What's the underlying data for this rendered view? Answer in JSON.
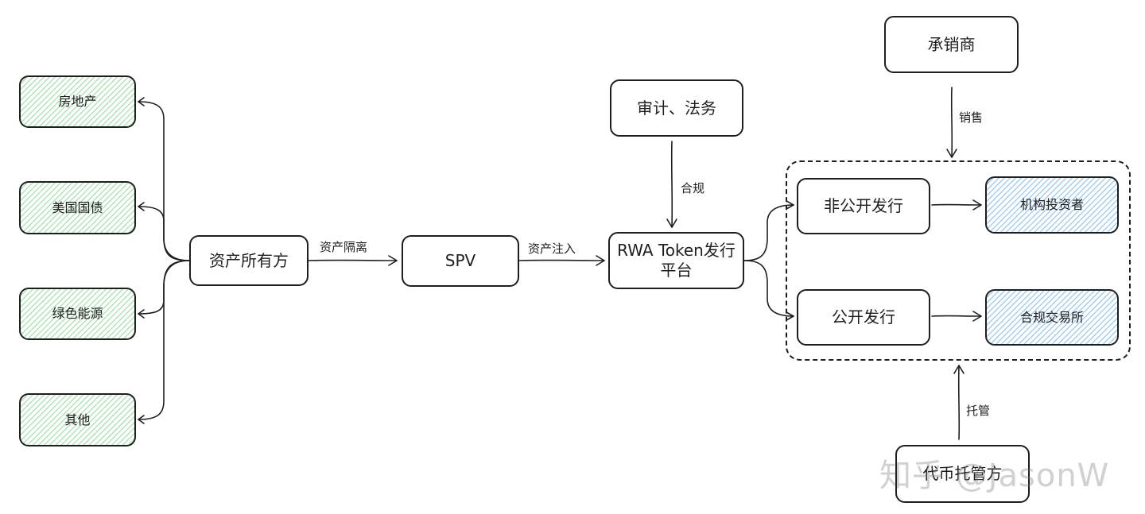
{
  "nodes": {
    "real_estate": "房地产",
    "us_treasury": "美国国债",
    "green_energy": "绿色能源",
    "other": "其他",
    "asset_owner": "资产所有方",
    "spv": "SPV",
    "audit_legal": "审计、法务",
    "platform": "RWA Token发行平台",
    "underwriter": "承销商",
    "private_issue": "非公开发行",
    "public_issue": "公开发行",
    "institutional_investors": "机构投资者",
    "compliant_exchange": "合规交易所",
    "custodian": "代币托管方"
  },
  "edges": {
    "asset_isolation": "资产隔离",
    "asset_injection": "资产注入",
    "compliance": "合规",
    "sales": "销售",
    "custody": "托管"
  },
  "watermark": "知乎 @JasonW",
  "colors": {
    "stroke": "#1e1e1e",
    "green_fill": "#40c057",
    "blue_fill": "#228be6"
  }
}
